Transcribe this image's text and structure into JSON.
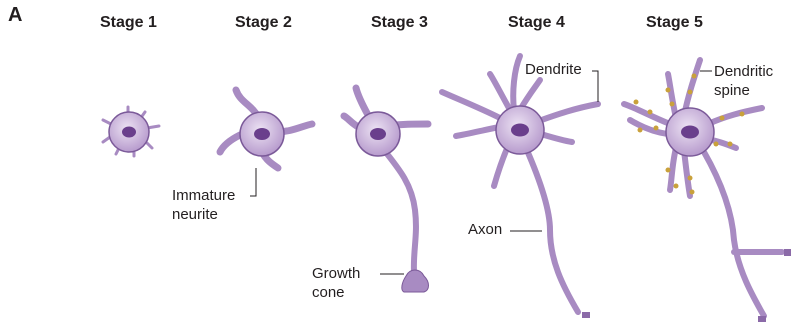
{
  "panel_letter": "A",
  "stages": [
    "Stage 1",
    "Stage 2",
    "Stage 3",
    "Stage 4",
    "Stage 5"
  ],
  "labels": {
    "immature_neurite": [
      "Immature",
      "neurite"
    ],
    "growth_cone": [
      "Growth",
      "cone"
    ],
    "axon": "Axon",
    "dendrite": "Dendrite",
    "dendritic_spine": [
      "Dendritic",
      "spine"
    ]
  },
  "colors": {
    "cell_fill": "#a88bc2",
    "cell_body": "#cdb6dd",
    "cell_outline": "#7b5a99",
    "nucleus": "#6a3f8c",
    "spine": "#c9a13b",
    "leader_line": "#231f20"
  }
}
